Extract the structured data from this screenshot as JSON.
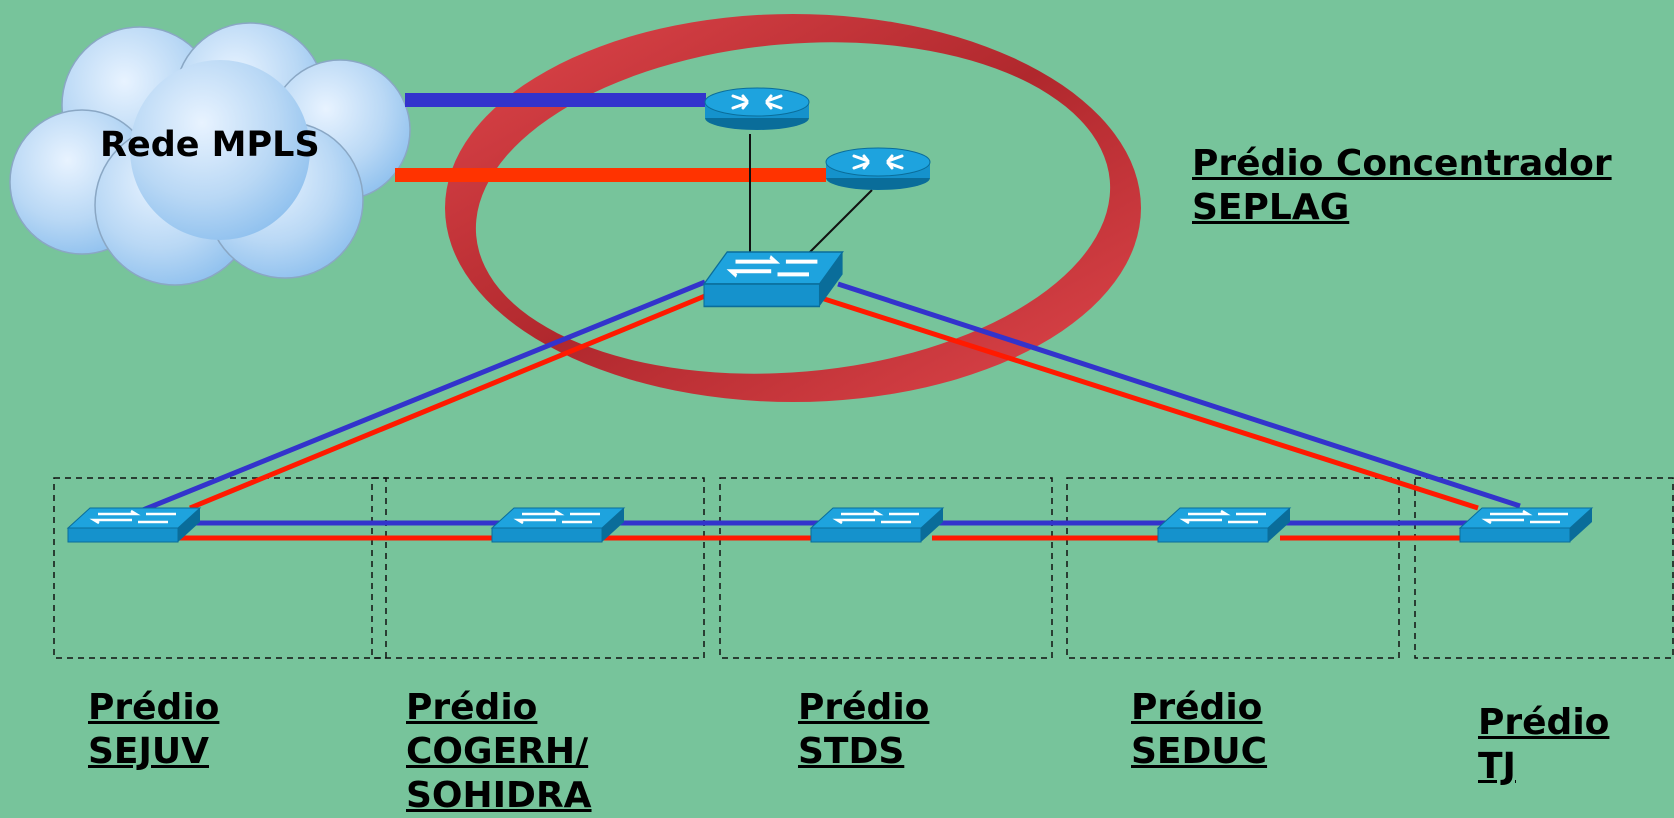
{
  "cloud": {
    "label": "Rede MPLS"
  },
  "concentrator": {
    "line1": "Prédio Concentrador",
    "line2": "SEPLAG"
  },
  "buildings": [
    {
      "line1": "Prédio",
      "line2": "SEJUV",
      "line3": ""
    },
    {
      "line1": "Prédio",
      "line2": "COGERH/",
      "line3": "SOHIDRA"
    },
    {
      "line1": "Prédio",
      "line2": "STDS",
      "line3": ""
    },
    {
      "line1": "Prédio",
      "line2": "SEDUC",
      "line3": ""
    },
    {
      "line1": "Prédio",
      "line2": "TJ",
      "line3": ""
    }
  ],
  "colors": {
    "background": "#77c49b",
    "link_blue": "#3333cc",
    "link_red": "#ff1a00",
    "ring": "#c93a3f",
    "device": "#1ea3de",
    "device_dark": "#0a6d9a"
  },
  "icons": {
    "router": "router-icon",
    "switch": "switch-icon",
    "cloud": "cloud-icon"
  }
}
